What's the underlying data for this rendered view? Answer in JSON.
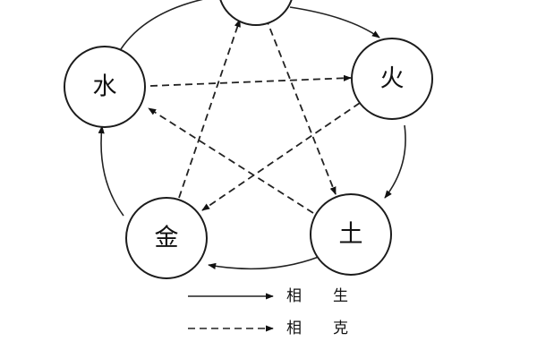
{
  "elements": {
    "wood": "",
    "fire": "火",
    "earth": "土",
    "metal": "金",
    "water": "水"
  },
  "legend": {
    "generate_char1": "相",
    "generate_char2": "生",
    "overcome_char1": "相",
    "overcome_char2": "克"
  },
  "generate_cycle": [
    [
      "wood",
      "fire"
    ],
    [
      "fire",
      "earth"
    ],
    [
      "earth",
      "metal"
    ],
    [
      "metal",
      "water"
    ],
    [
      "water",
      "wood"
    ]
  ],
  "overcome_cycle": [
    [
      "wood",
      "earth"
    ],
    [
      "earth",
      "water"
    ],
    [
      "water",
      "fire"
    ],
    [
      "fire",
      "metal"
    ],
    [
      "metal",
      "wood"
    ]
  ]
}
